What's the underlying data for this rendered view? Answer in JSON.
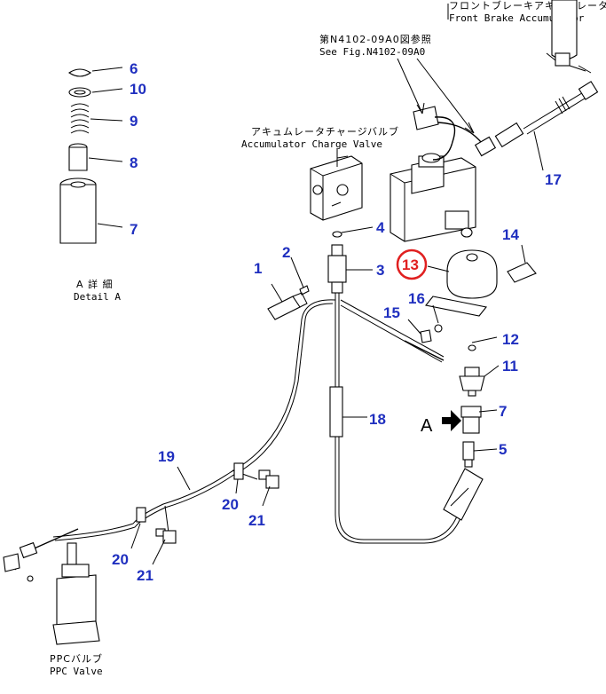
{
  "labels": {
    "front_brake_jp": "フロントブレーキアキュムレータ",
    "front_brake_en": "Front Brake Accumulator",
    "see_fig_jp": "第N4102-09A0図参照",
    "see_fig_en": "See Fig.N4102-09A0",
    "charge_valve_jp": "アキュムレータチャージバルブ",
    "charge_valve_en": "Accumulator Charge Valve",
    "detail_jp": "A 詳 細",
    "detail_en": "Detail A",
    "ppc_jp": "PPCバルブ",
    "ppc_en": "PPC Valve",
    "view_a": "A"
  },
  "callouts": {
    "c6": "6",
    "c10": "10",
    "c9": "9",
    "c8": "8",
    "c7a": "7",
    "c4": "4",
    "c2": "2",
    "c1": "1",
    "c3": "3",
    "c13": "13",
    "c14": "14",
    "c16": "16",
    "c15": "15",
    "c12": "12",
    "c11": "11",
    "c7b": "7",
    "c5": "5",
    "c18": "18",
    "c17": "17",
    "c19": "19",
    "c20a": "20",
    "c21a": "21",
    "c20b": "20",
    "c21b": "21"
  },
  "colors": {
    "callout": "#1f2fbf",
    "highlight": "#e02020",
    "line": "#000000"
  }
}
